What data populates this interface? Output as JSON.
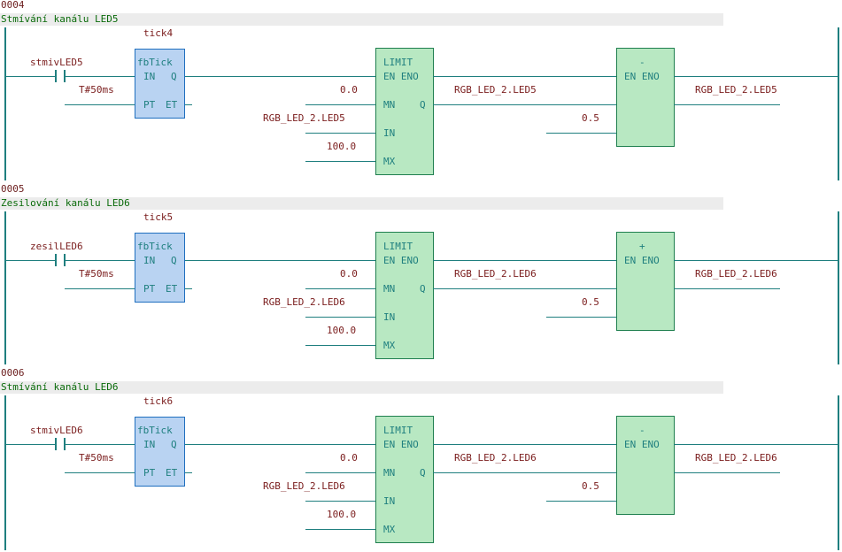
{
  "rungs": [
    {
      "number": "0004",
      "comment": "Stmívání kanálu LED5",
      "tick_instance": "tick4",
      "contact_var": "stmivLED5",
      "tick_block": {
        "type": "fbTick",
        "in_pin": "IN",
        "q_pin": "Q",
        "pt_pin": "PT",
        "et_pin": "ET"
      },
      "pt_value": "T#50ms",
      "limit_block": {
        "type": "LIMIT",
        "en_eno": "EN ENO",
        "mn_pin": "MN",
        "q_pin": "Q",
        "in_pin": "IN",
        "mx_pin": "MX"
      },
      "mn_value": "0.0",
      "in_value": "RGB_LED_2.LED5",
      "mx_value": "100.0",
      "limit_out": "RGB_LED_2.LED5",
      "math_block": {
        "op": "-",
        "en_eno": "EN ENO"
      },
      "math_in2": "0.5",
      "math_out": "RGB_LED_2.LED5"
    },
    {
      "number": "0005",
      "comment": "Zesilování kanálu LED6",
      "tick_instance": "tick5",
      "contact_var": "zesilLED6",
      "tick_block": {
        "type": "fbTick",
        "in_pin": "IN",
        "q_pin": "Q",
        "pt_pin": "PT",
        "et_pin": "ET"
      },
      "pt_value": "T#50ms",
      "limit_block": {
        "type": "LIMIT",
        "en_eno": "EN ENO",
        "mn_pin": "MN",
        "q_pin": "Q",
        "in_pin": "IN",
        "mx_pin": "MX"
      },
      "mn_value": "0.0",
      "in_value": "RGB_LED_2.LED6",
      "mx_value": "100.0",
      "limit_out": "RGB_LED_2.LED6",
      "math_block": {
        "op": "+",
        "en_eno": "EN ENO"
      },
      "math_in2": "0.5",
      "math_out": "RGB_LED_2.LED6"
    },
    {
      "number": "0006",
      "comment": "Stmívání kanálu LED6",
      "tick_instance": "tick6",
      "contact_var": "stmivLED6",
      "tick_block": {
        "type": "fbTick",
        "in_pin": "IN",
        "q_pin": "Q",
        "pt_pin": "PT",
        "et_pin": "ET"
      },
      "pt_value": "T#50ms",
      "limit_block": {
        "type": "LIMIT",
        "en_eno": "EN ENO",
        "mn_pin": "MN",
        "q_pin": "Q",
        "in_pin": "IN",
        "mx_pin": "MX"
      },
      "mn_value": "0.0",
      "in_value": "RGB_LED_2.LED6",
      "mx_value": "100.0",
      "limit_out": "RGB_LED_2.LED6",
      "math_block": {
        "op": "-",
        "en_eno": "EN ENO"
      },
      "math_in2": "0.5",
      "math_out": "RGB_LED_2.LED6"
    }
  ],
  "colors": {
    "wire": "#1f7f7f",
    "tick_fill": "#b9d3f2",
    "block_fill": "#b8e8c2",
    "variable_text": "#7a1c1c",
    "comment_text": "#0a6b0a"
  }
}
